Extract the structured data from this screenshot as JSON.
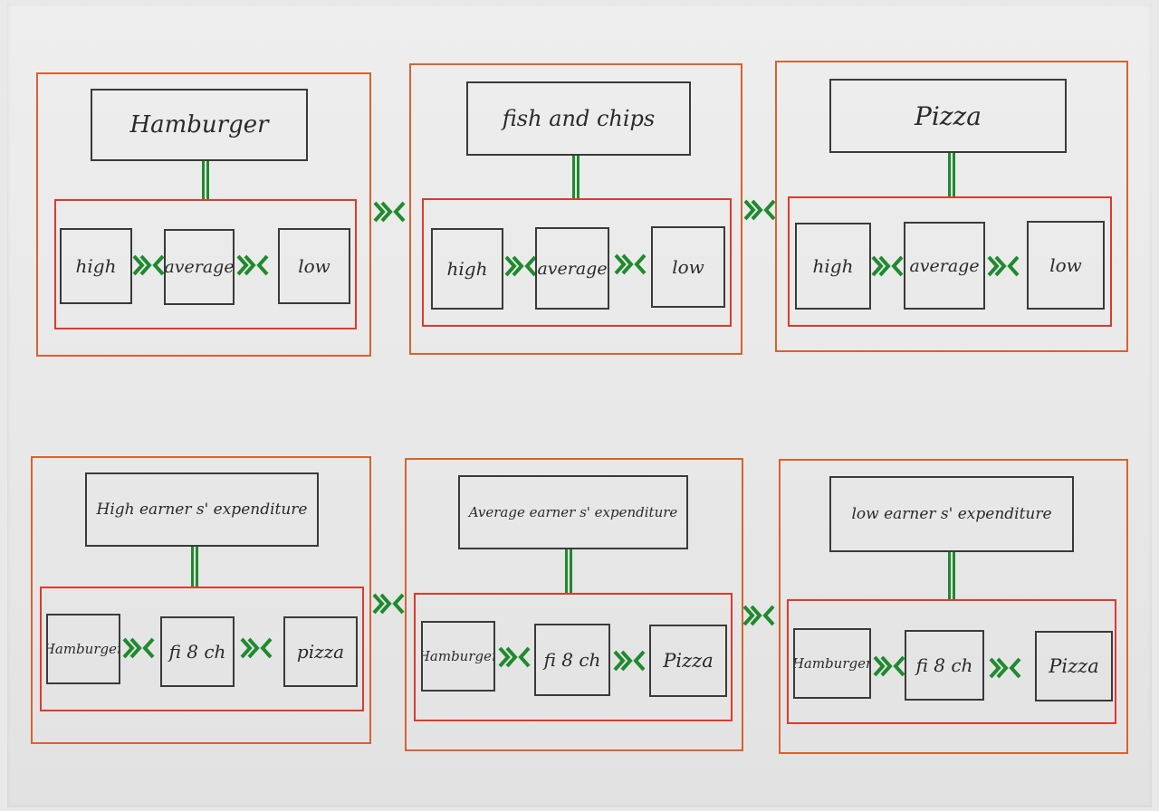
{
  "top_row": {
    "panels": [
      {
        "title": "Hamburger",
        "cells": [
          "high",
          "average",
          "low"
        ]
      },
      {
        "title": "fish and chips",
        "cells": [
          "high",
          "average",
          "low"
        ]
      },
      {
        "title": "Pizza",
        "cells": [
          "high",
          "average",
          "low"
        ]
      }
    ]
  },
  "bottom_row": {
    "panels": [
      {
        "title": "High earner s' expenditure",
        "cells": [
          "Hamburger",
          "fi 8 ch",
          "pizza"
        ]
      },
      {
        "title": "Average earner s' expenditure",
        "cells": [
          "Hamburger",
          "fi 8 ch",
          "Pizza"
        ]
      },
      {
        "title": "low earner s' expenditure",
        "cells": [
          "Hamburger",
          "fi 8 ch",
          "Pizza"
        ]
      }
    ]
  },
  "colors": {
    "panel_border": "#d9622f",
    "inner_border": "#e0392b",
    "box_border": "#3a3a3a",
    "connector": "#1f8a2e"
  }
}
